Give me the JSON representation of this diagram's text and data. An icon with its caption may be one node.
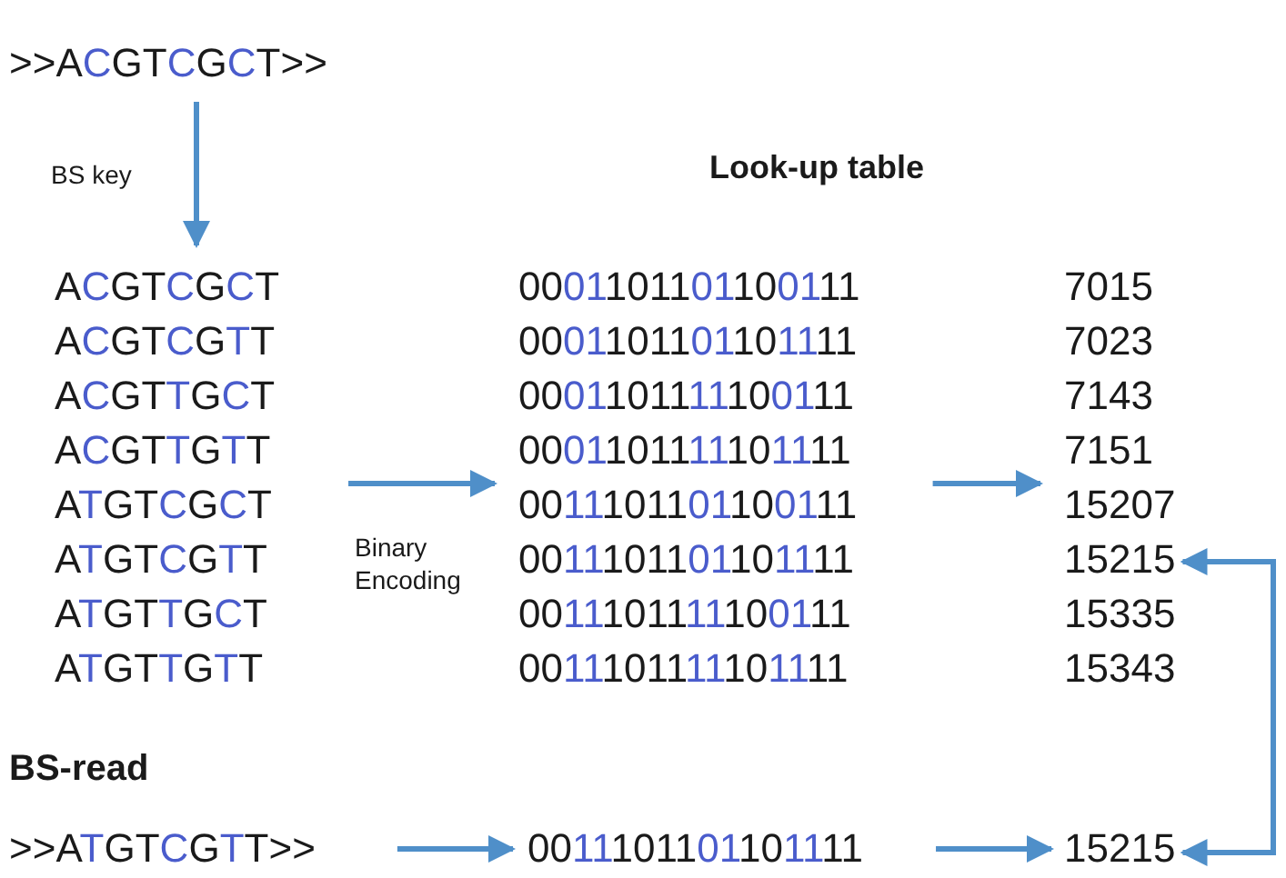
{
  "diagram": {
    "nodes": [
      {
        "text": [
          ">>ACGTCGCT>>"
        ]
      },
      {
        "text": [
          "ACGTCGCT",
          "ACGTCGTT",
          "ACGTTGCT",
          "ACGTTGTT",
          "ATGTCGCT",
          "ATGTCGTT",
          "ATGTTGCT",
          "ATGTTGTT"
        ]
      },
      {
        "text": [
          "0001101101100111",
          "0001101101101111",
          "0001101111100111",
          "0001101111101111",
          "0011101101100111",
          "0011101101101111",
          "0011101111100111",
          "0011101111101111"
        ]
      },
      {
        "text": [
          "7015",
          "7023",
          "7143",
          "7151",
          "15207",
          "15215",
          "15335",
          "15343"
        ]
      },
      {
        "text": [
          ">>ATGTCGTT>>"
        ]
      },
      {
        "text": [
          "0011101101101111"
        ]
      },
      {
        "text": [
          "15215"
        ]
      }
    ],
    "edges": [
      {
        "from": 0,
        "to": 1,
        "arrow": "to",
        "label": "BS key"
      },
      {
        "from": 1,
        "to": 2,
        "arrow": "to",
        "label": "Binary Encoding"
      },
      {
        "from": 2,
        "to": 3,
        "arrow": "to"
      },
      {
        "from": 4,
        "to": 5,
        "arrow": "to"
      },
      {
        "from": 5,
        "to": 6,
        "arrow": "to"
      },
      {
        "from": 6,
        "to": 3,
        "arrow": "both"
      }
    ],
    "labels": [
      "Look-up table",
      "BS-read"
    ]
  }
}
